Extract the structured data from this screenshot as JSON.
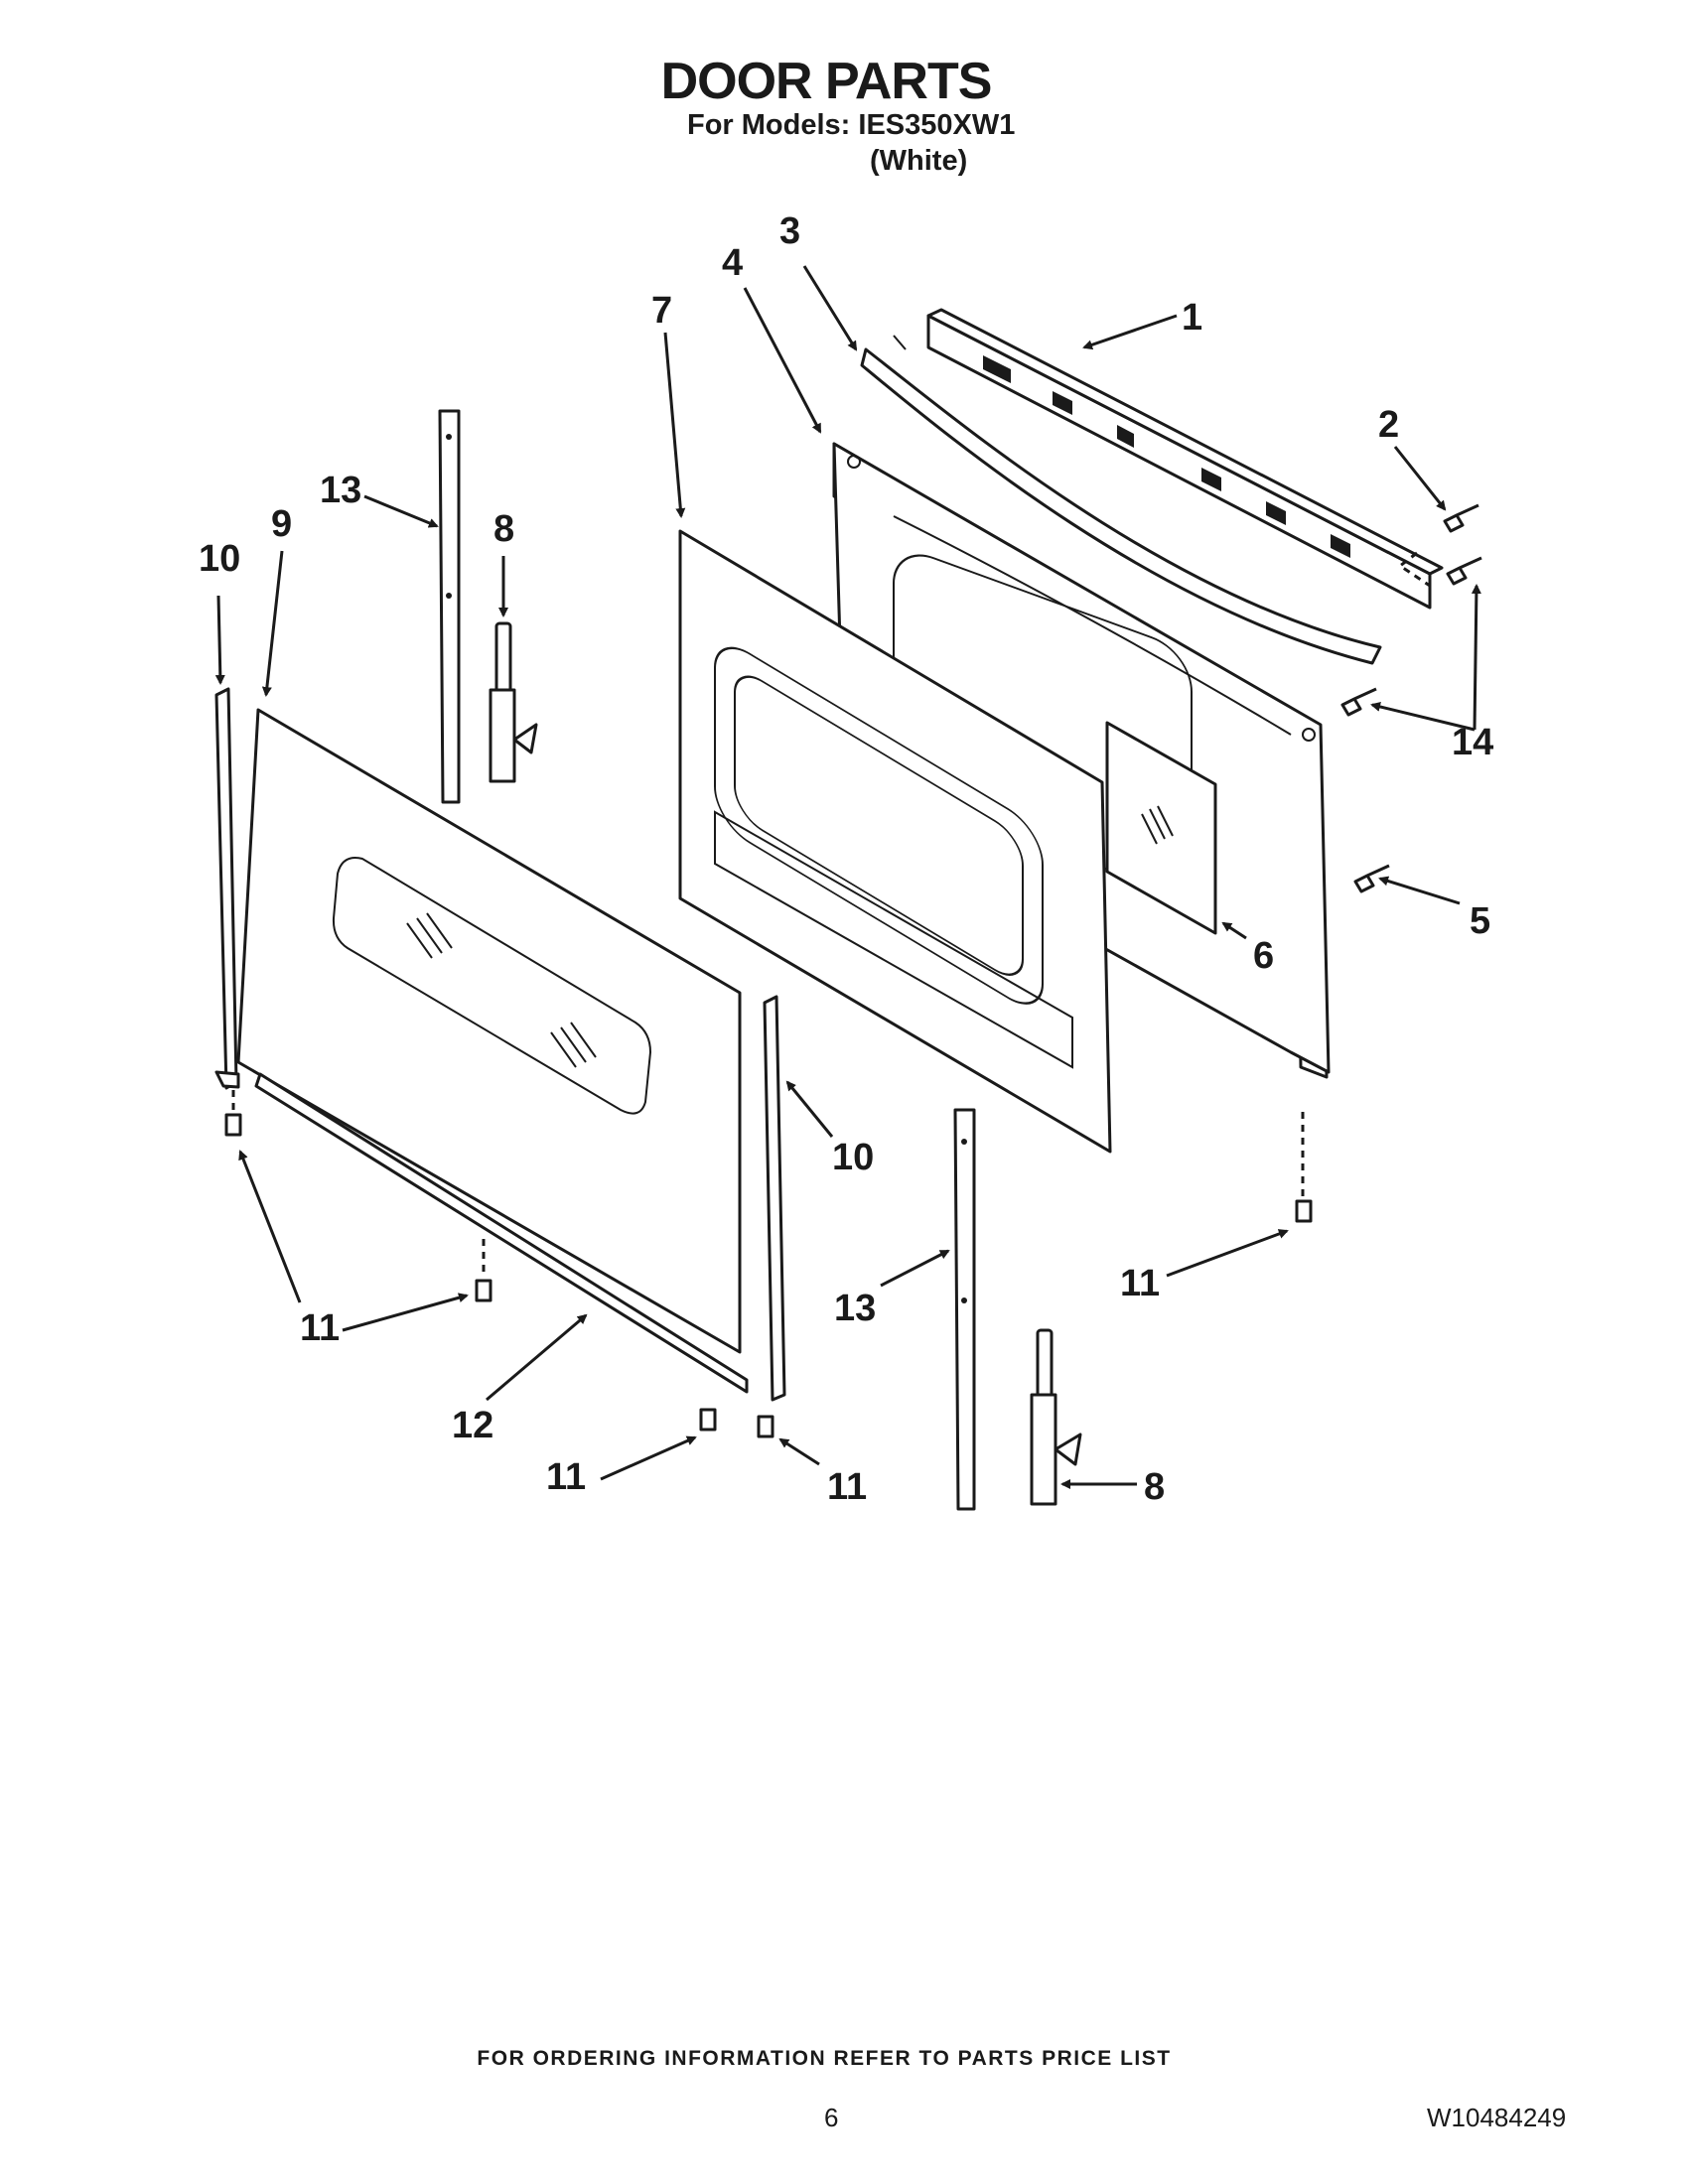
{
  "header": {
    "title": "DOOR PARTS",
    "models": "For Models: IES350XW1",
    "variant": "(White)"
  },
  "callouts": {
    "c1": "1",
    "c2": "2",
    "c3": "3",
    "c4": "4",
    "c5": "5",
    "c6": "6",
    "c7": "7",
    "c8a": "8",
    "c8b": "8",
    "c9": "9",
    "c10a": "10",
    "c10b": "10",
    "c11a": "11",
    "c11b": "11",
    "c11c": "11",
    "c11d": "11",
    "c12": "12",
    "c13a": "13",
    "c13b": "13",
    "c14": "14"
  },
  "footer": {
    "note": "FOR ORDERING INFORMATION REFER TO PARTS PRICE LIST",
    "page": "6",
    "doc_number": "W10484249"
  }
}
